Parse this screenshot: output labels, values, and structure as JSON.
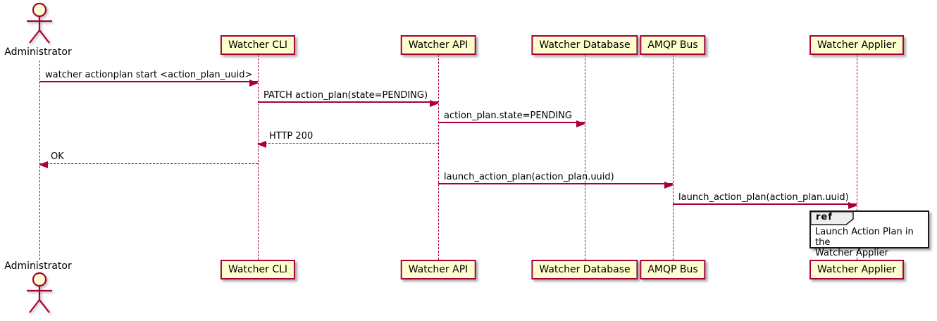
{
  "diagram": {
    "type": "sequence-diagram",
    "colors": {
      "accent": "#A80036",
      "participant_fill": "#FEFECE",
      "ref_tab_fill": "#EEEEEE",
      "ref_border": "#181818",
      "text": "#000000",
      "background": "#FFFFFF"
    }
  },
  "participants": [
    {
      "name": "Administrator",
      "kind": "actor"
    },
    {
      "name": "Watcher CLI",
      "kind": "box"
    },
    {
      "name": "Watcher API",
      "kind": "box"
    },
    {
      "name": "Watcher Database",
      "kind": "box"
    },
    {
      "name": "AMQP Bus",
      "kind": "box"
    },
    {
      "name": "Watcher Applier",
      "kind": "box"
    }
  ],
  "messages": [
    {
      "from": "Administrator",
      "to": "Watcher CLI",
      "label": "watcher actionplan start <action_plan_uuid>",
      "style": "solid",
      "direction": "right"
    },
    {
      "from": "Watcher CLI",
      "to": "Watcher API",
      "label": "PATCH action_plan(state=PENDING)",
      "style": "solid",
      "direction": "right"
    },
    {
      "from": "Watcher API",
      "to": "Watcher Database",
      "label": "action_plan.state=PENDING",
      "style": "solid",
      "direction": "right"
    },
    {
      "from": "Watcher API",
      "to": "Watcher CLI",
      "label": "HTTP 200",
      "style": "dashed",
      "direction": "left"
    },
    {
      "from": "Watcher CLI",
      "to": "Administrator",
      "label": "OK",
      "style": "dashed",
      "direction": "left"
    },
    {
      "from": "Watcher API",
      "to": "AMQP Bus",
      "label": "launch_action_plan(action_plan.uuid)",
      "style": "solid",
      "direction": "right"
    },
    {
      "from": "AMQP Bus",
      "to": "Watcher Applier",
      "label": "launch_action_plan(action_plan.uuid)",
      "style": "solid",
      "direction": "right"
    }
  ],
  "ref": {
    "keyword": "ref",
    "lines": [
      "Launch Action Plan in the",
      "Watcher Applier"
    ]
  }
}
